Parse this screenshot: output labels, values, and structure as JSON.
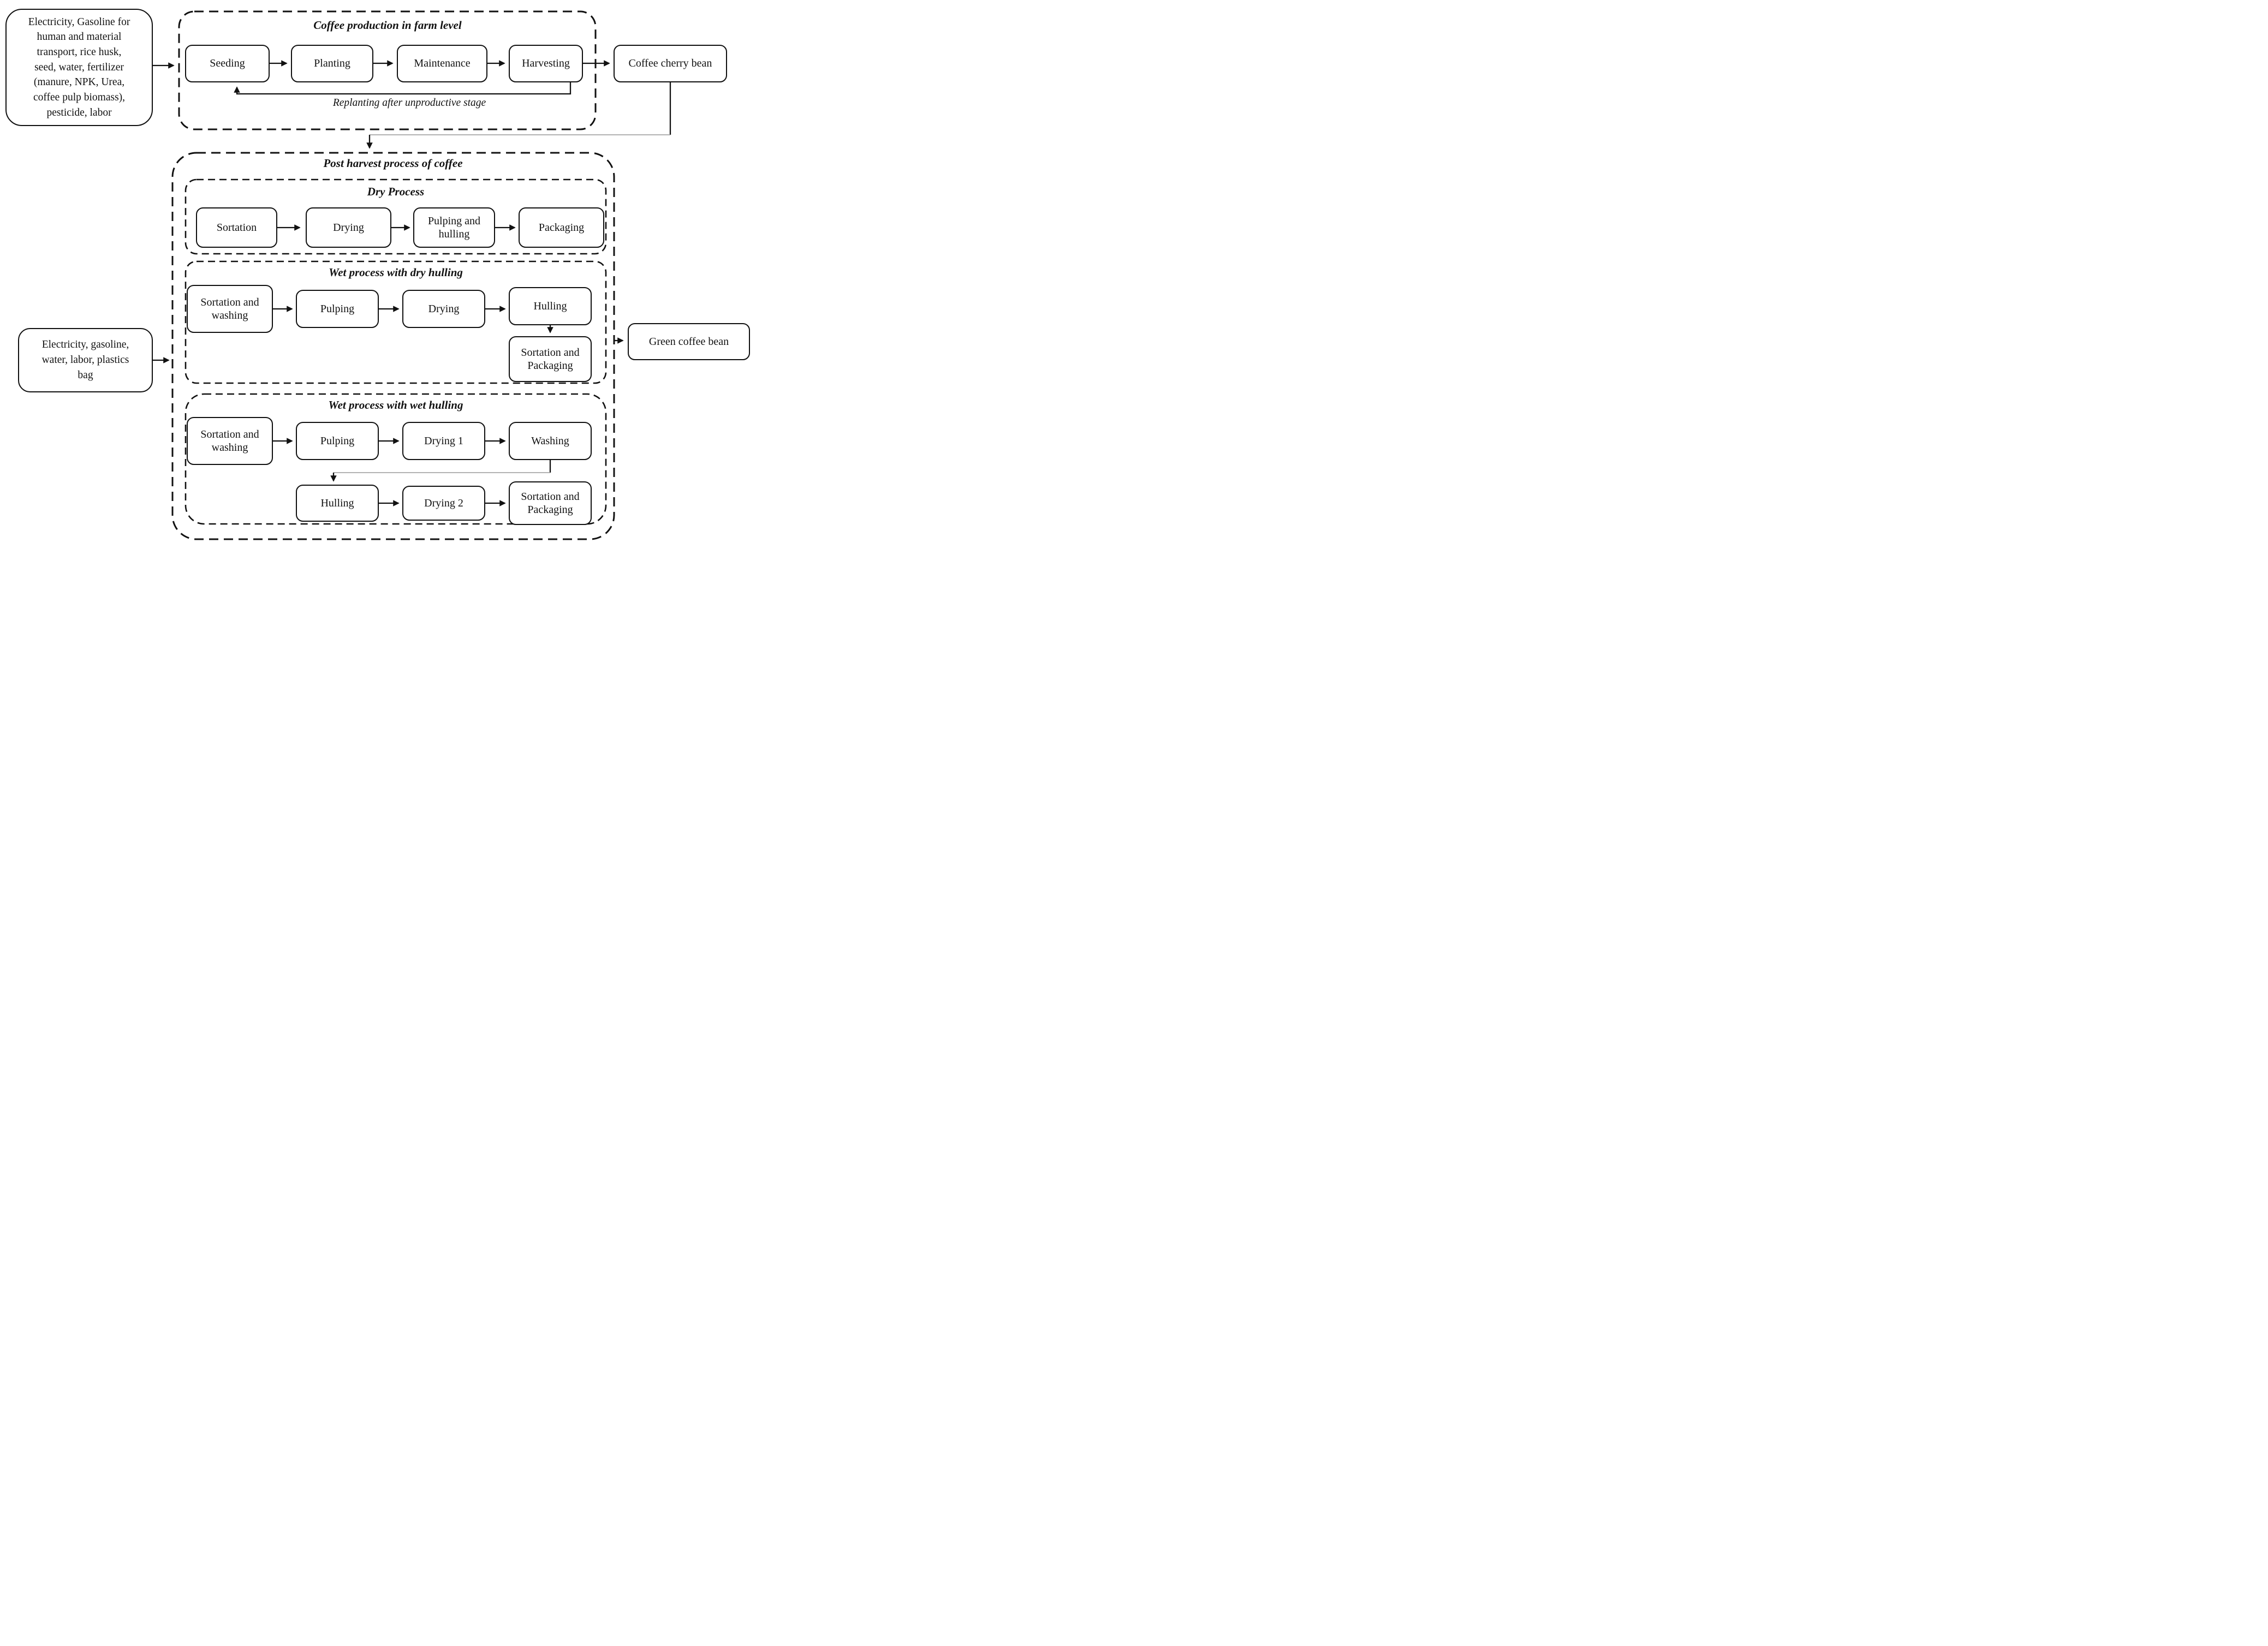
{
  "diagram": {
    "inputs": {
      "farm_input": "Electricity, Gasoline for\nhuman and material\ntransport, rice husk,\nseed, water, fertilizer\n(manure, NPK, Urea,\ncoffee pulp biomass),\npesticide, labor",
      "post_input": "Electricity, gasoline,\nwater, labor, plastics\nbag"
    },
    "farm": {
      "title": "Coffee production in farm level",
      "seeding": "Seeding",
      "planting": "Planting",
      "maintenance": "Maintenance",
      "harvesting": "Harvesting",
      "feedback_label": "Replanting after unproductive stage"
    },
    "products": {
      "cherry": "Coffee cherry bean",
      "green": "Green coffee bean"
    },
    "postharvest": {
      "title": "Post harvest process of coffee",
      "dry": {
        "title": "Dry Process",
        "sortation": "Sortation",
        "drying": "Drying",
        "pulping_hulling": "Pulping and\nhulling",
        "packaging": "Packaging"
      },
      "wet_dry": {
        "title": "Wet process with dry hulling",
        "sortation_washing": "Sortation and\nwashing",
        "pulping": "Pulping",
        "drying": "Drying",
        "hulling": "Hulling",
        "sortation_packaging": "Sortation and\nPackaging"
      },
      "wet_wet": {
        "title": "Wet process with wet hulling",
        "sortation_washing": "Sortation and\nwashing",
        "pulping": "Pulping",
        "drying1": "Drying 1",
        "washing": "Washing",
        "hulling": "Hulling",
        "drying2": "Drying 2",
        "sortation_packaging": "Sortation and\nPackaging"
      }
    },
    "colors": {
      "ink": "#111111",
      "connector_gray": "#999999",
      "background": "#ffffff"
    }
  }
}
